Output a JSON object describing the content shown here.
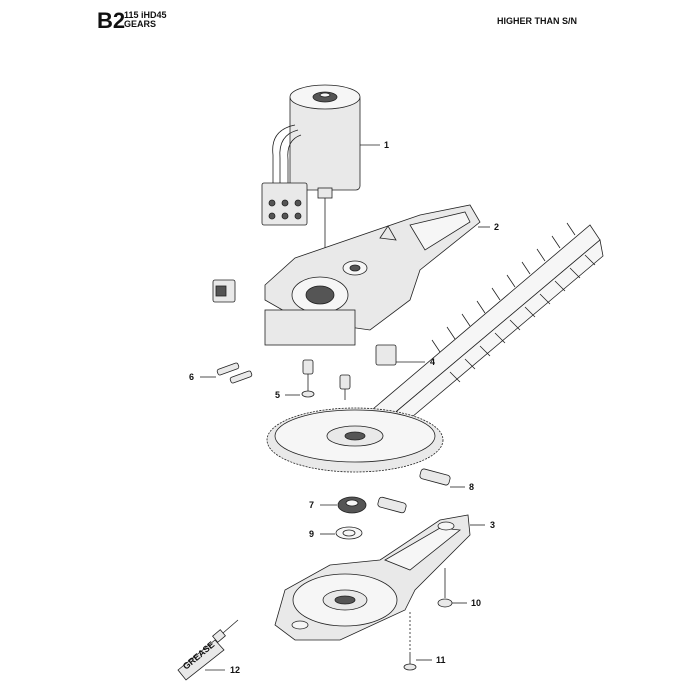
{
  "header": {
    "section_code": "B2",
    "model": "115 iHD45",
    "title": "GEARS",
    "serial_note": "HIGHER THAN S/N"
  },
  "callouts": {
    "c1": "1",
    "c2": "2",
    "c3": "3",
    "c4": "4",
    "c5": "5",
    "c6": "6",
    "c7": "7",
    "c8": "8",
    "c9": "9",
    "c10": "10",
    "c11": "11",
    "c12": "12"
  },
  "grease_tube_label": "GREASE"
}
